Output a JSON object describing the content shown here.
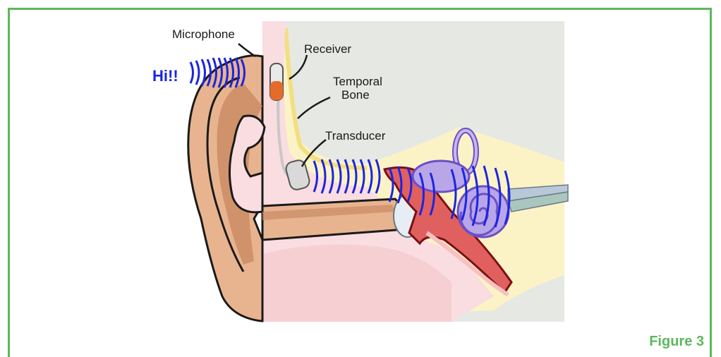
{
  "labels": {
    "microphone": "Microphone",
    "receiver": "Receiver",
    "temporal_bone_line1": "Temporal",
    "temporal_bone_line2": "Bone",
    "transducer": "Transducer"
  },
  "sound_text": "Hi!!",
  "caption": "Figure 3",
  "colors": {
    "frame": "#5cb85c",
    "sound_waves": "#1b25e0",
    "skin": "#e8b48f",
    "skin_dark": "#c98a62",
    "tissue": "#f9dde0",
    "bone": "#fbf3c6",
    "middle_ear_red": "#e06060",
    "cochlea_purple": "#b9a6e8"
  }
}
